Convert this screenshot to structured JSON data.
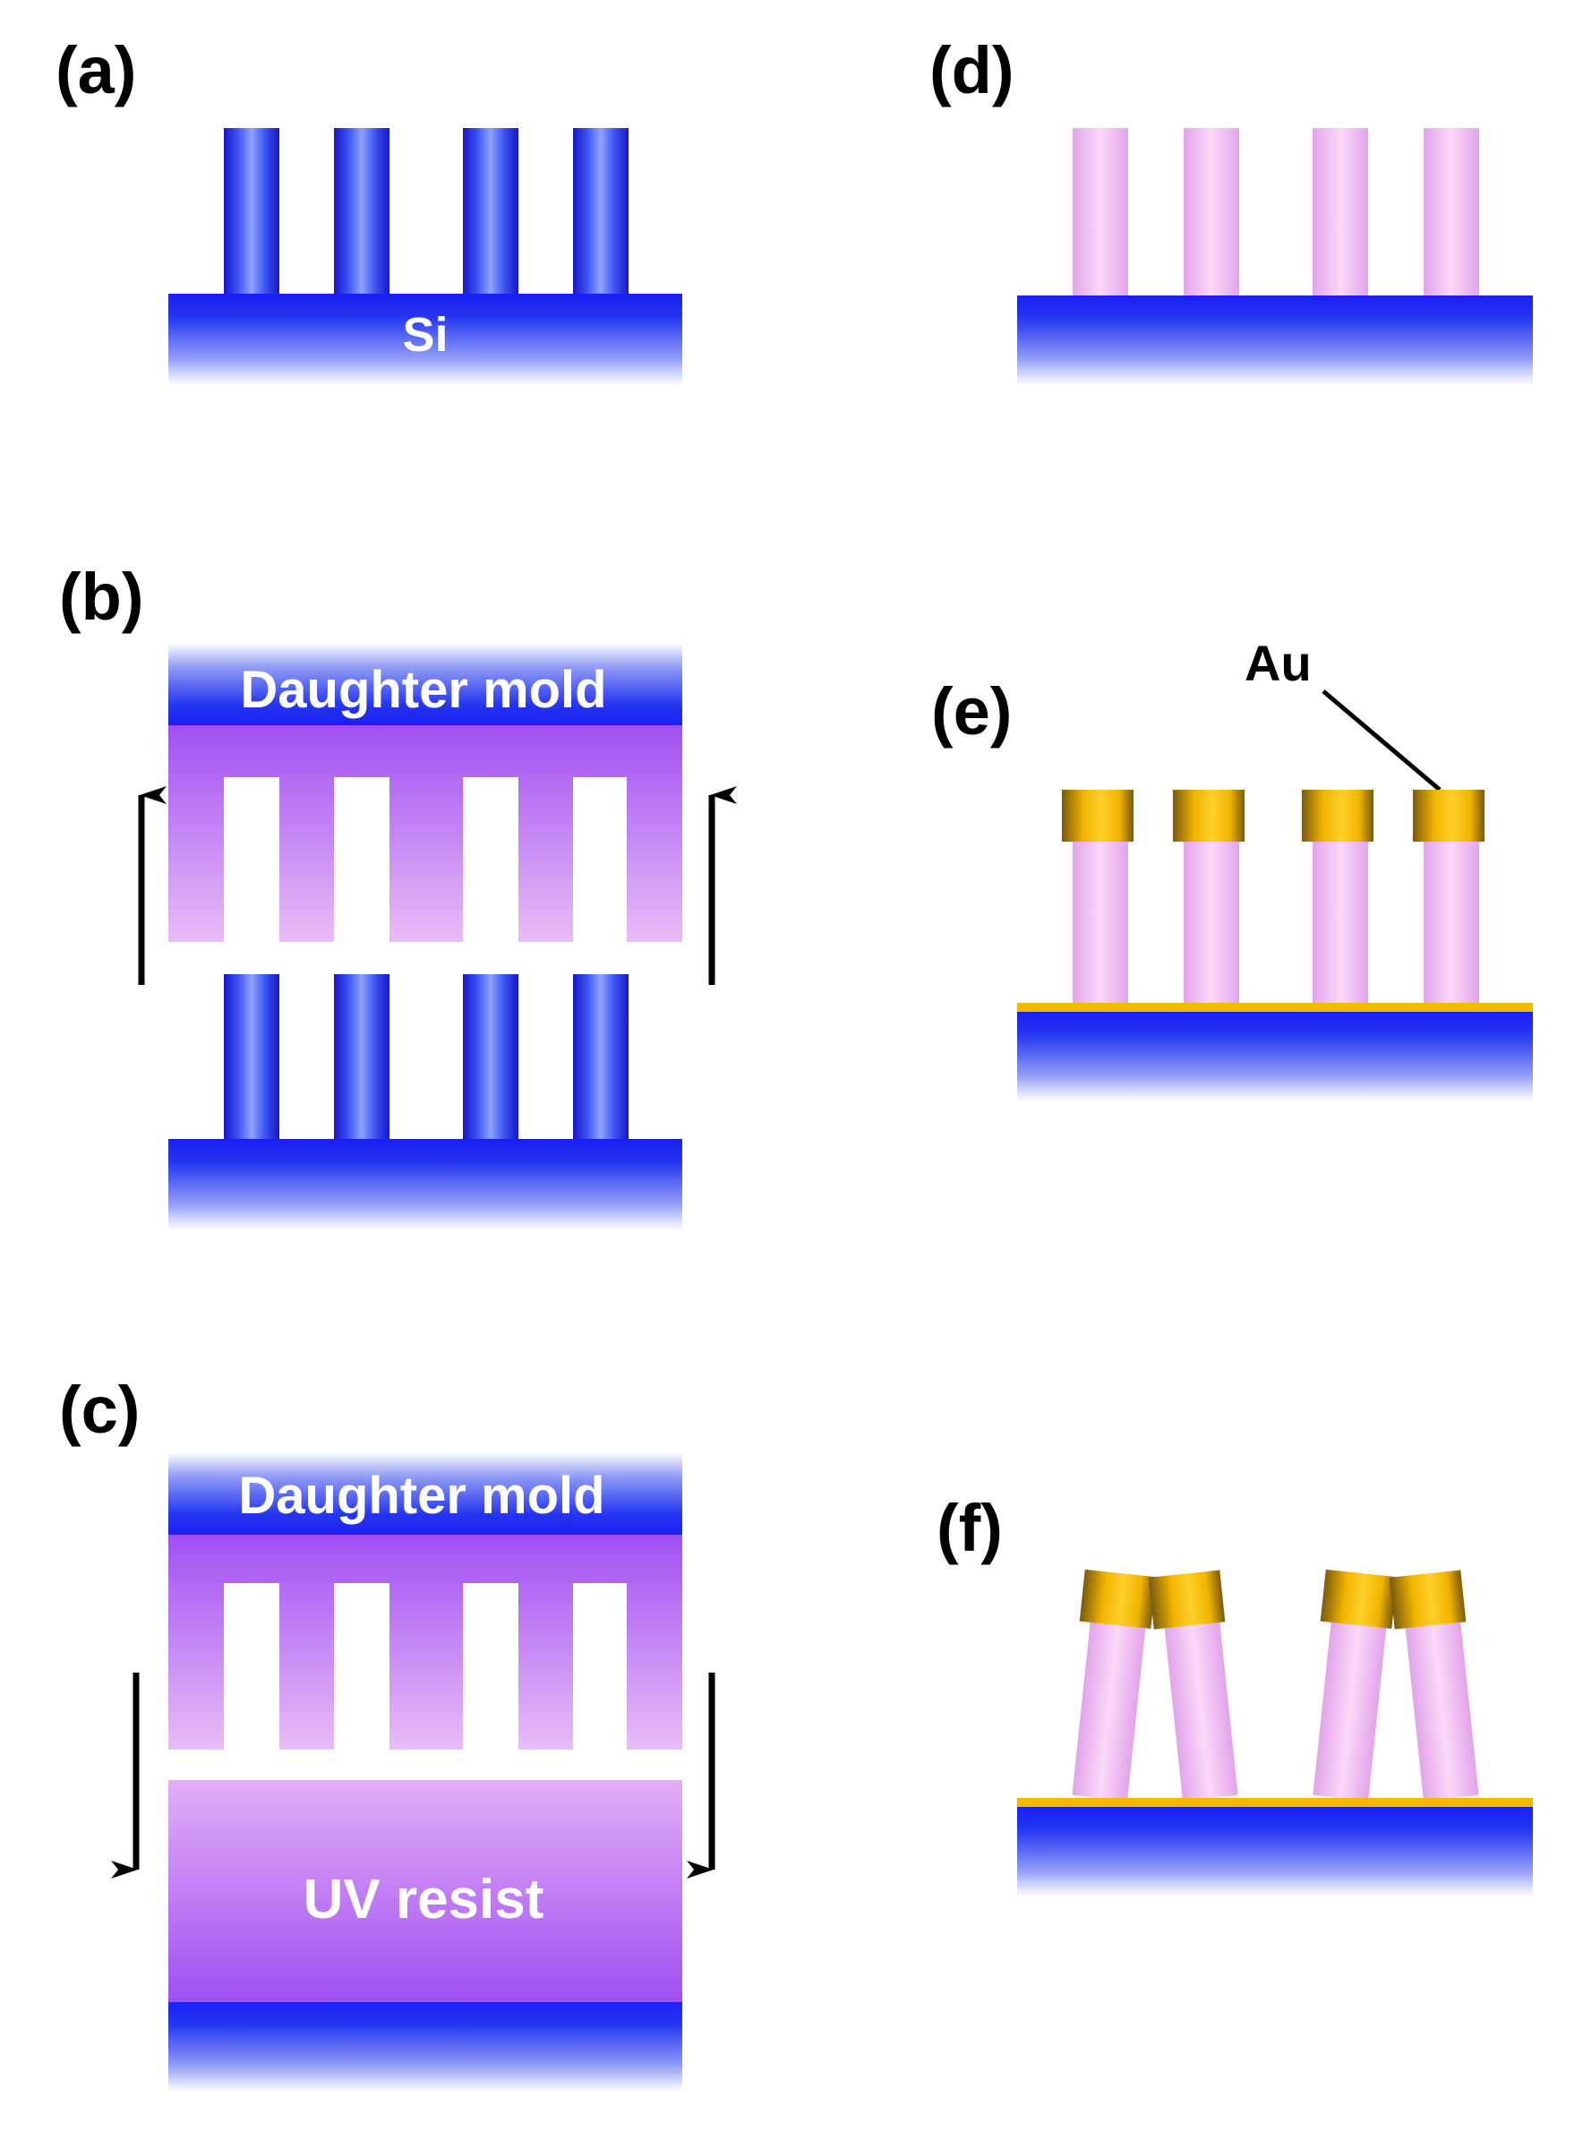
{
  "figure": {
    "panels": {
      "a": {
        "label": "(a)",
        "substrate_label": "Si"
      },
      "b": {
        "label": "(b)",
        "mold_label": "Daughter mold"
      },
      "c": {
        "label": "(c)",
        "mold_label": "Daughter mold",
        "resist_label": "UV resist"
      },
      "d": {
        "label": "(d)"
      },
      "e": {
        "label": "(e)",
        "au_label": "Au"
      },
      "f": {
        "label": "(f)"
      }
    }
  },
  "colors": {
    "silicon": "#1a2cf0",
    "silicon_light": "#e9ecff",
    "mold_purple": "#a14ff2",
    "mold_purple_light": "#e6b8f5",
    "polymer_pillar": "#f5c2f3",
    "gold": "#f5b800",
    "gold_dark": "#7a5a10",
    "arrow": "#000000"
  }
}
